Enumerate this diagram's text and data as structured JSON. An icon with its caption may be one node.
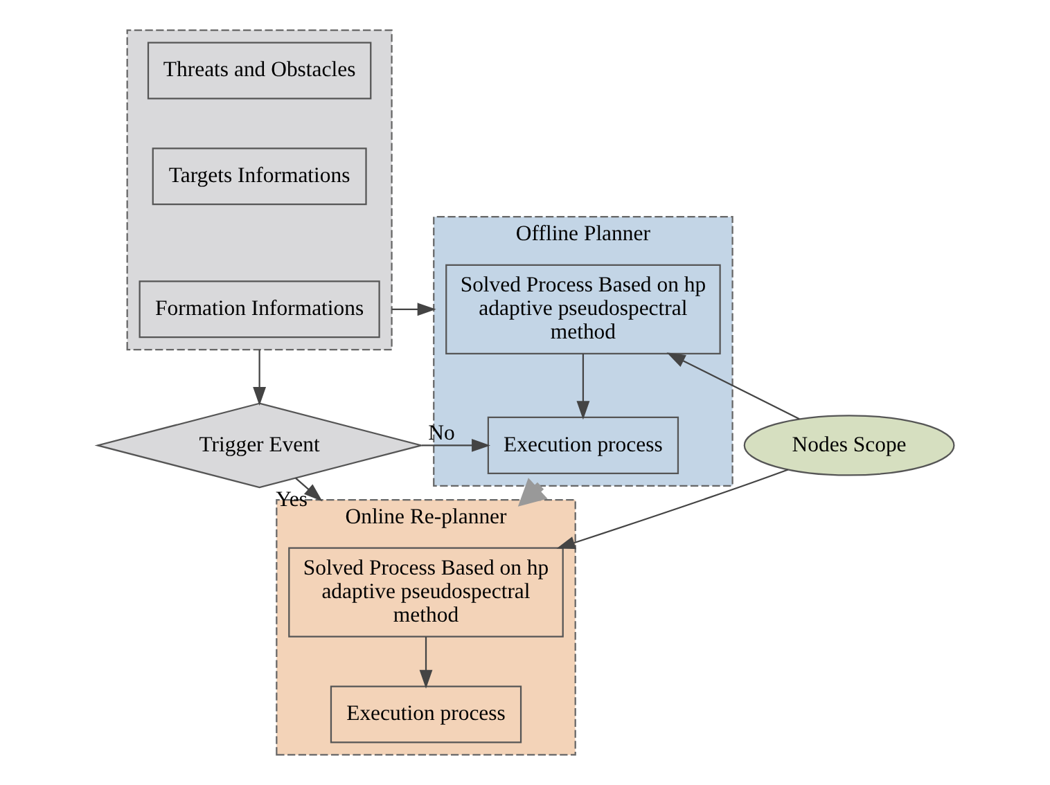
{
  "diagram": {
    "nodes": [
      {
        "text": [],
        "shape": "box"
      },
      {
        "text": [
          "Threats and Obstacles"
        ],
        "in": 0
      },
      {
        "text": [
          "Targets Informations"
        ],
        "in": 0
      },
      {
        "text": [
          "Formation Informations"
        ],
        "in": 0
      },
      {
        "text": [
          "Offline Planner"
        ]
      },
      {
        "text": [
          "Solved Process Based on hp adaptive pseudospectral method"
        ],
        "in": 4
      },
      {
        "text": [
          "Execution process"
        ],
        "in": 4
      },
      {
        "text": [
          "Trigger Event"
        ]
      },
      {
        "text": [
          "Nodes Scope"
        ]
      },
      {
        "text": [
          "Online Re-planner"
        ]
      },
      {
        "text": [
          "Solved Process Based on hp adaptive pseudospectral method"
        ],
        "in": 9
      },
      {
        "text": [
          "Execution process"
        ],
        "in": 9
      }
    ],
    "edges": [
      {
        "from": 0,
        "to": 4,
        "arrow": "to"
      },
      {
        "from": 5,
        "to": 6,
        "arrow": "to"
      },
      {
        "from": 4,
        "to": 9,
        "arrow": "to",
        "style": "thick"
      },
      {
        "from": 0,
        "to": 7,
        "arrow": "to"
      },
      {
        "from": 7,
        "to": 6,
        "arrow": "to",
        "label": "No"
      },
      {
        "from": 7,
        "to": 9,
        "arrow": "to",
        "label": "Yes"
      },
      {
        "from": 8,
        "to": 5,
        "arrow": "to"
      },
      {
        "from": 8,
        "to": 10,
        "arrow": "to"
      },
      {
        "from": 10,
        "to": 11,
        "arrow": "to"
      }
    ]
  }
}
